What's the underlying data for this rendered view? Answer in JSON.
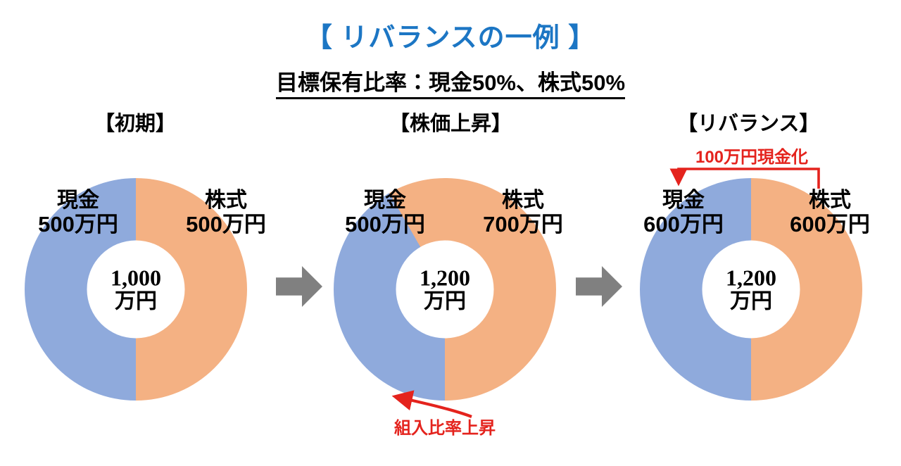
{
  "title": "【 リバランスの一例 】",
  "subtitle": "目標保有比率：現金50%、株式50%",
  "colors": {
    "title_blue": "#1C76C4",
    "cash_blue": "#8FAADC",
    "stock_orange": "#F4B183",
    "annotation_red": "#E4231D",
    "arrow_gray": "#808080",
    "text_black": "#000000",
    "background": "#FFFFFF"
  },
  "panels": [
    {
      "header": "【初期】",
      "center_amount": "1,000",
      "center_unit": "万円",
      "cash_name": "現金",
      "cash_value": "500万円",
      "stock_name": "株式",
      "stock_value": "500万円"
    },
    {
      "header": "【株価上昇】",
      "center_amount": "1,200",
      "center_unit": "万円",
      "cash_name": "現金",
      "cash_value": "500万円",
      "stock_name": "株式",
      "stock_value": "700万円"
    },
    {
      "header": "【リバランス】",
      "center_amount": "1,200",
      "center_unit": "万円",
      "cash_name": "現金",
      "cash_value": "600万円",
      "stock_name": "株式",
      "stock_value": "600万円"
    }
  ],
  "annotations": {
    "stock_rise_note": "組入比率上昇",
    "cash_out_note": "100万円現金化"
  },
  "chart_data": {
    "type": "pie",
    "title": "【 リバランスの一例 】",
    "subtitle": "目標保有比率：現金50%、株式50%",
    "legend_position": "inline-labels",
    "charts": [
      {
        "name": "【初期】",
        "total": 1000,
        "total_label": "1,000万円",
        "unit": "万円",
        "donut": true,
        "inner_radius_ratio": 0.44,
        "start_angle_deg": 0,
        "direction": "clockwise",
        "labels": [
          "現金",
          "株式"
        ],
        "values": [
          500,
          500
        ],
        "percentages": [
          50,
          50
        ],
        "colors": [
          "#8FAADC",
          "#F4B183"
        ]
      },
      {
        "name": "【株価上昇】",
        "total": 1200,
        "total_label": "1,200万円",
        "unit": "万円",
        "donut": true,
        "inner_radius_ratio": 0.44,
        "start_angle_deg": 0,
        "direction": "clockwise",
        "labels": [
          "現金",
          "株式"
        ],
        "values": [
          500,
          700
        ],
        "percentages": [
          41.67,
          58.33
        ],
        "colors": [
          "#8FAADC",
          "#F4B183"
        ]
      },
      {
        "name": "【リバランス】",
        "total": 1200,
        "total_label": "1,200万円",
        "unit": "万円",
        "donut": true,
        "inner_radius_ratio": 0.44,
        "start_angle_deg": 0,
        "direction": "clockwise",
        "labels": [
          "現金",
          "株式"
        ],
        "values": [
          600,
          600
        ],
        "percentages": [
          50,
          50
        ],
        "colors": [
          "#8FAADC",
          "#F4B183"
        ]
      }
    ],
    "annotations": [
      {
        "text": "組入比率上昇",
        "target_chart": "【株価上昇】",
        "target_series": "株式",
        "color": "#E4231D"
      },
      {
        "text": "100万円現金化",
        "target_chart": "【リバランス】",
        "from_series": "株式",
        "to_series": "現金",
        "amount": 100,
        "color": "#E4231D"
      }
    ],
    "flow": [
      "【初期】",
      "【株価上昇】",
      "【リバランス】"
    ]
  }
}
